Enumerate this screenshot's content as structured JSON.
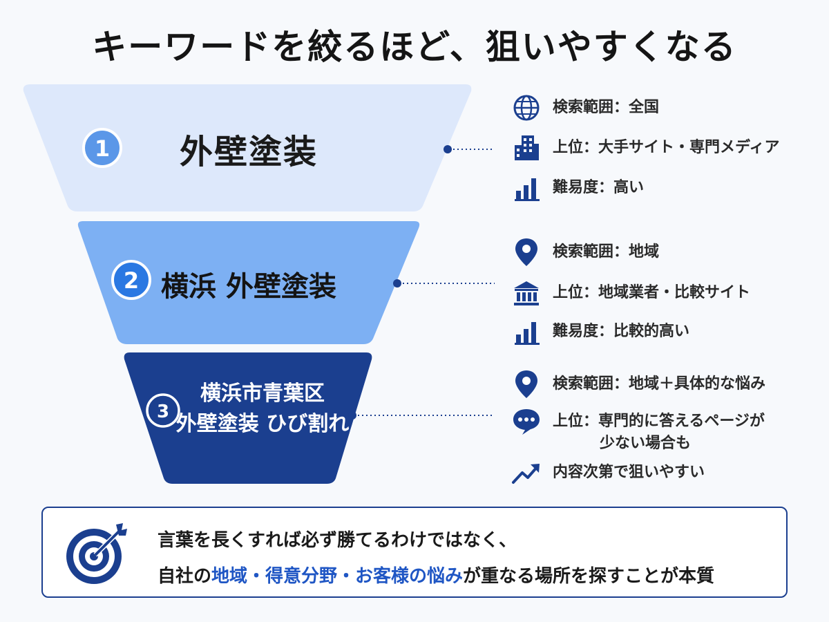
{
  "title": "キーワードを絞るほど、狙いやすくなる",
  "colors": {
    "tier1_fill": "#dde8fb",
    "tier2_fill": "#7db0f3",
    "tier3_fill": "#1b3f8f",
    "badge1": "#5b97e8",
    "badge2": "#2a78e2",
    "badge3": "#1b3f8f",
    "icon": "#1b3f8f",
    "highlight": "#1f56c4"
  },
  "tiers": [
    {
      "number": "1",
      "keyword": "外壁塗装",
      "details": [
        {
          "icon": "globe-icon",
          "text": "検索範囲：全国"
        },
        {
          "icon": "building-icon",
          "text": "上位：大手サイト・専門メディア"
        },
        {
          "icon": "bar-chart-icon",
          "text": "難易度：高い"
        }
      ]
    },
    {
      "number": "2",
      "keyword": "横浜 外壁塗装",
      "details": [
        {
          "icon": "map-pin-icon",
          "text": "検索範囲：地域"
        },
        {
          "icon": "bank-icon",
          "text": "上位：地域業者・比較サイト"
        },
        {
          "icon": "bar-chart-icon",
          "text": "難易度：比較的高い"
        }
      ]
    },
    {
      "number": "3",
      "keyword_line1": "横浜市青葉区",
      "keyword_line2": "外壁塗装 ひび割れ",
      "details": [
        {
          "icon": "map-pin-icon",
          "text": "検索範囲：地域＋具体的な悩み"
        },
        {
          "icon": "chat-bubble-icon",
          "text_line1": "上位：専門的に答えるページが",
          "text_line2": "少ない場合も"
        },
        {
          "icon": "trend-up-icon",
          "text": "内容次第で狙いやすい"
        }
      ]
    }
  ],
  "conclusion": {
    "line1": "言葉を長くすれば必ず勝てるわけではなく、",
    "line2_prefix": "自社の",
    "line2_highlight": "地域・得意分野・お客様の悩み",
    "line2_suffix": "が重なる場所を探すことが本質"
  }
}
